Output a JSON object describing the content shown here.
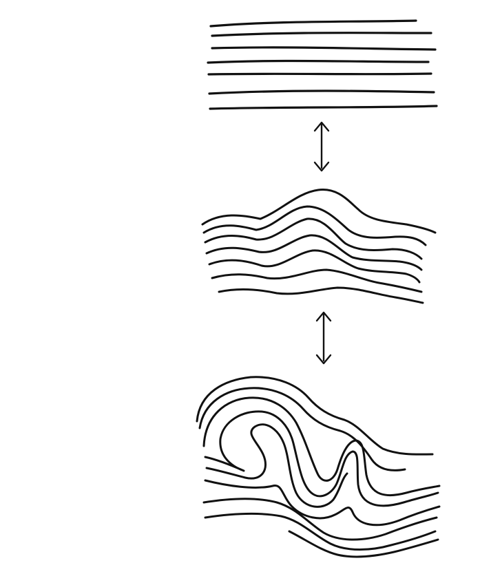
{
  "diagram": {
    "stages": [
      {
        "id": "flat-layers",
        "layer_count": 7
      },
      {
        "id": "gently-folded-layers",
        "layer_count": 7
      },
      {
        "id": "tightly-folded-layers",
        "layer_count": 8
      }
    ],
    "connectors": [
      {
        "from": "flat-layers",
        "to": "gently-folded-layers",
        "style": "double-headed-arrow"
      },
      {
        "from": "gently-folded-layers",
        "to": "tightly-folded-layers",
        "style": "double-headed-arrow"
      }
    ],
    "colors": {
      "ink": "#111111",
      "background": "#ffffff"
    }
  }
}
